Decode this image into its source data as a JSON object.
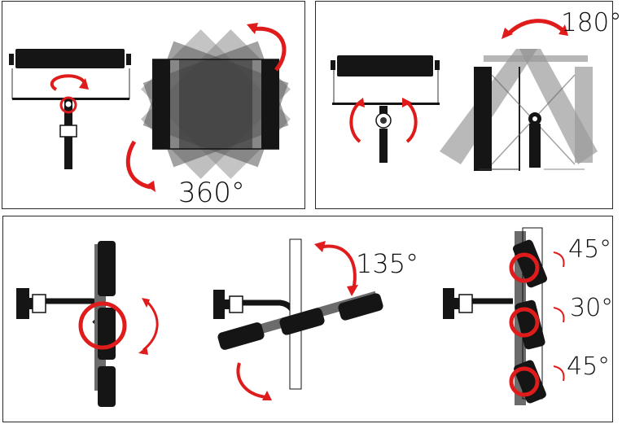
{
  "labels": {
    "rotate_360": "360°",
    "rotate_180": "180°",
    "tilt_135": "135°",
    "tilt_45_top": "45°",
    "tilt_30": "30°",
    "tilt_45_bottom": "45°"
  },
  "colors": {
    "arrow_red": "#e01b1b",
    "fixture_black": "#151515",
    "ghost_gray": "#8a8a8a",
    "bar_gray": "#6b6b6b"
  }
}
